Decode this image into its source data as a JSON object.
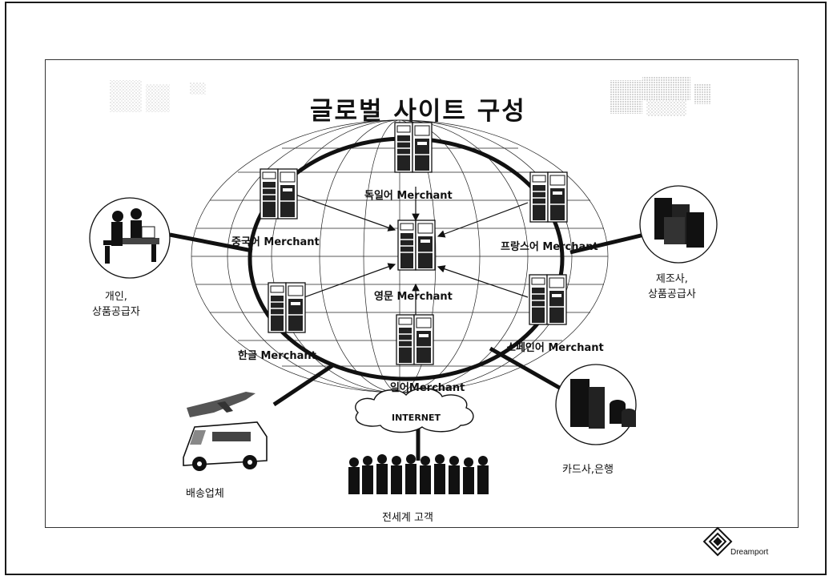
{
  "title": "글로벌 사이트 구성",
  "merchants": {
    "german": "독일어 Merchant",
    "chinese": "중국어 Merchant",
    "french": "프랑스어 Merchant",
    "english": "영문 Merchant",
    "korean": "한글 Merchant",
    "spanish": "스페인어 Merchant",
    "japanese": "일어Merchant"
  },
  "actors": {
    "individual": [
      "개인,",
      "상품공급자"
    ],
    "manufacturer": [
      "제조사,",
      "상품공급사"
    ],
    "delivery": "배송업체",
    "card_bank": "카드사,은행",
    "customers": "전세계 고객"
  },
  "internet": "INTERNET",
  "logo": {
    "brand": "Dreamport"
  }
}
